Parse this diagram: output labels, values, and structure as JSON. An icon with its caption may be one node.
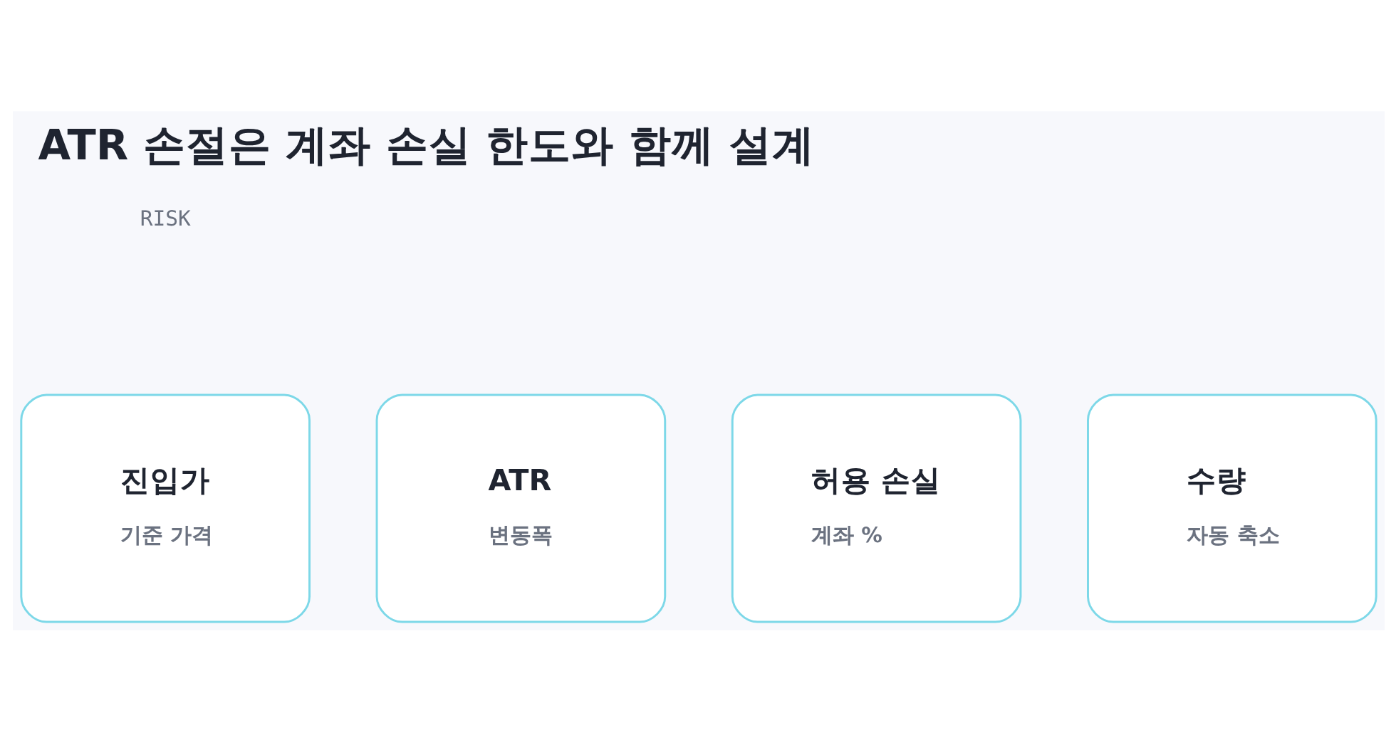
{
  "diagram": {
    "title": "ATR 손절은 계좌 손실 한도와 함께 설계",
    "nodes": [
      {
        "text": [
          "진입가",
          "기준 가격"
        ]
      },
      {
        "text": [
          "ATR",
          "변동폭"
        ]
      },
      {
        "text": [
          "허용 손실",
          "계좌 %"
        ]
      },
      {
        "text": [
          "수량",
          "자동 축소"
        ]
      }
    ],
    "edges": [],
    "labels": [
      "RISK"
    ]
  }
}
